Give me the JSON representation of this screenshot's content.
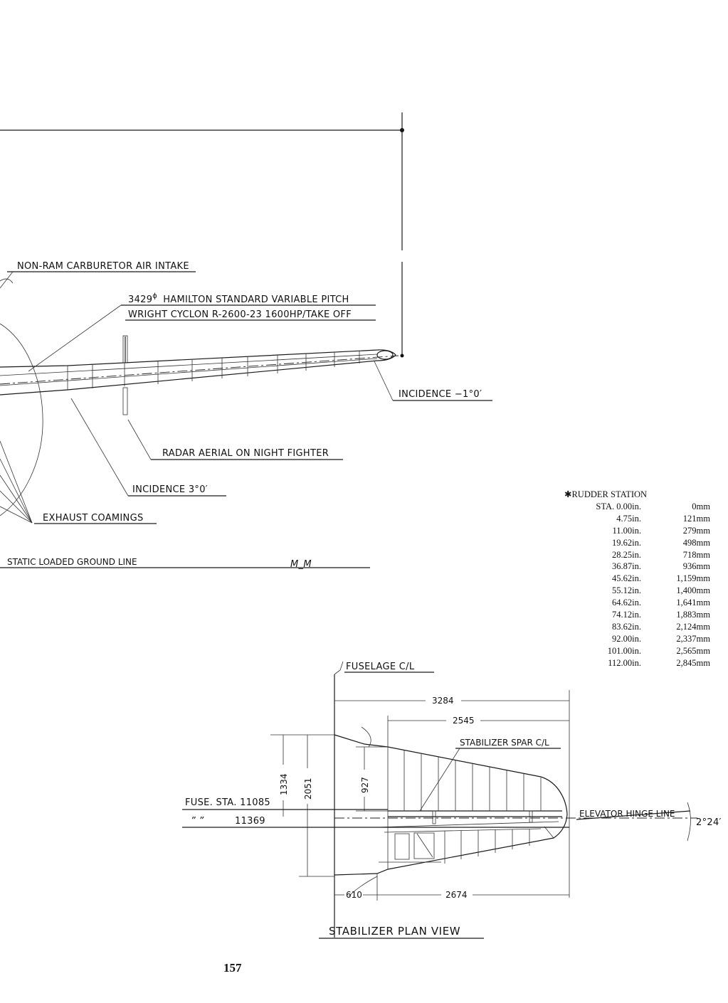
{
  "labels": {
    "carb_intake": "NON-RAM CARBURETOR AIR INTAKE",
    "prop_line1_diameter": "3429",
    "prop_line1_symbol": "ϕ",
    "prop_line1_rest": "HAMILTON STANDARD VARIABLE PITCH",
    "prop_line2": "WRIGHT CYCLON R-2600-23 1600HP/TAKE OFF",
    "incidence_tail": "INCIDENCE −1°0′",
    "radar": "RADAR AERIAL ON NIGHT FIGHTER",
    "incidence_wing": "INCIDENCE 3°0′",
    "exhaust": "EXHAUST COAMINGS",
    "ground_line": "STATIC LOADED GROUND LINE",
    "ground_mark": "M_M"
  },
  "rudder_station": {
    "title": "✱RUDDER STATION",
    "rows": [
      {
        "sta": "STA. 0.00in.",
        "mm": "0mm"
      },
      {
        "sta": "4.75in.",
        "mm": "121mm"
      },
      {
        "sta": "11.00in.",
        "mm": "279mm"
      },
      {
        "sta": "19.62in.",
        "mm": "498mm"
      },
      {
        "sta": "28.25in.",
        "mm": "718mm"
      },
      {
        "sta": "36.87in.",
        "mm": "936mm"
      },
      {
        "sta": "45.62in.",
        "mm": "1,159mm"
      },
      {
        "sta": "55.12in.",
        "mm": "1,400mm"
      },
      {
        "sta": "64.62in.",
        "mm": "1,641mm"
      },
      {
        "sta": "74.12in.",
        "mm": "1,883mm"
      },
      {
        "sta": "83.62in.",
        "mm": "2,124mm"
      },
      {
        "sta": "92.00in.",
        "mm": "2,337mm"
      },
      {
        "sta": "101.00in.",
        "mm": "2,565mm"
      },
      {
        "sta": "112.00in.",
        "mm": "2,845mm"
      }
    ]
  },
  "stabilizer": {
    "fuselage_cl": "FUSELAGE C/L",
    "dim_overall_span": "3284",
    "dim_spar_span": "2545",
    "spar_cl": "STABILIZER SPAR C/L",
    "dim_1334": "1334",
    "dim_2051": "2051",
    "dim_927": "927",
    "fuse_sta_1": "FUSE. STA. 11085",
    "fuse_sta_2_ditto": "” ”",
    "fuse_sta_2": "11369",
    "elevator_hinge": "ELEVATOR HINGE LINE",
    "hinge_angle": "2°24′",
    "dim_610": "610",
    "dim_2674": "2674",
    "title": "STABILIZER PLAN VIEW"
  },
  "page_number": "157"
}
